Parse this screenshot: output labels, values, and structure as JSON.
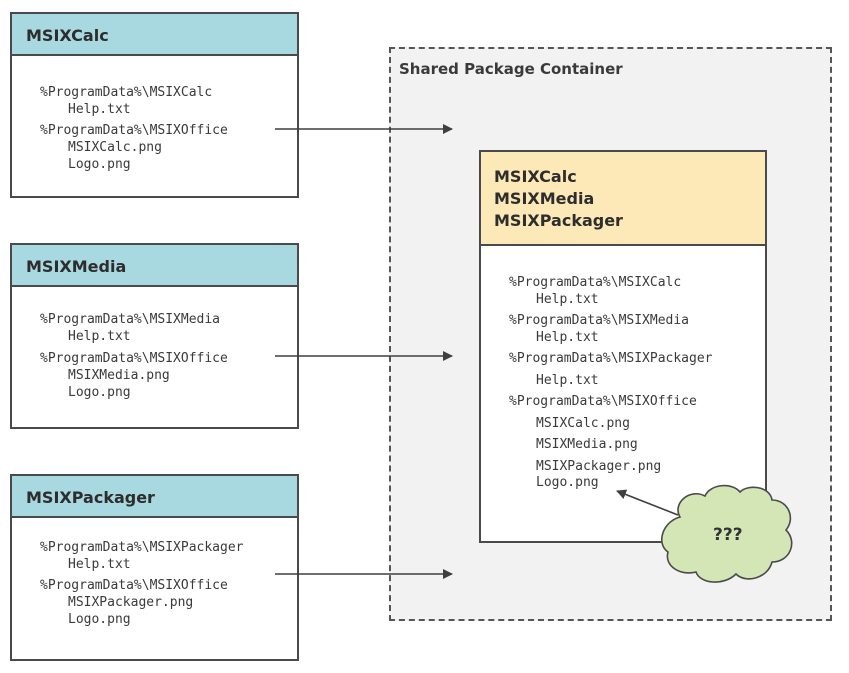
{
  "apps": [
    {
      "name": "MSIXCalc",
      "lines": [
        "%ProgramData%\\MSIXCalc",
        "Help.txt",
        "%ProgramData%\\MSIXOffice",
        "MSIXCalc.png",
        "Logo.png"
      ]
    },
    {
      "name": "MSIXMedia",
      "lines": [
        "%ProgramData%\\MSIXMedia",
        "Help.txt",
        "%ProgramData%\\MSIXOffice",
        "MSIXMedia.png",
        "Logo.png"
      ]
    },
    {
      "name": "MSIXPackager",
      "lines": [
        "%ProgramData%\\MSIXPackager",
        "Help.txt",
        "%ProgramData%\\MSIXOffice",
        "MSIXPackager.png",
        "Logo.png"
      ]
    }
  ],
  "container": {
    "title": "Shared Package Container",
    "packages": [
      "MSIXCalc",
      "MSIXMedia",
      "MSIXPackager"
    ],
    "lines": [
      "%ProgramData%\\MSIXCalc",
      "Help.txt",
      "%ProgramData%\\MSIXMedia",
      "Help.txt",
      "%ProgramData%\\MSIXPackager",
      "Help.txt",
      "%ProgramData%\\MSIXOffice",
      "MSIXCalc.png",
      "MSIXMedia.png",
      "MSIXPackager.png",
      "Logo.png"
    ]
  },
  "cloud": {
    "label": "???"
  },
  "colors": {
    "app_header": "#a8d8e0",
    "shared_header": "#fde8b8",
    "cloud": "#d4e6b5"
  }
}
